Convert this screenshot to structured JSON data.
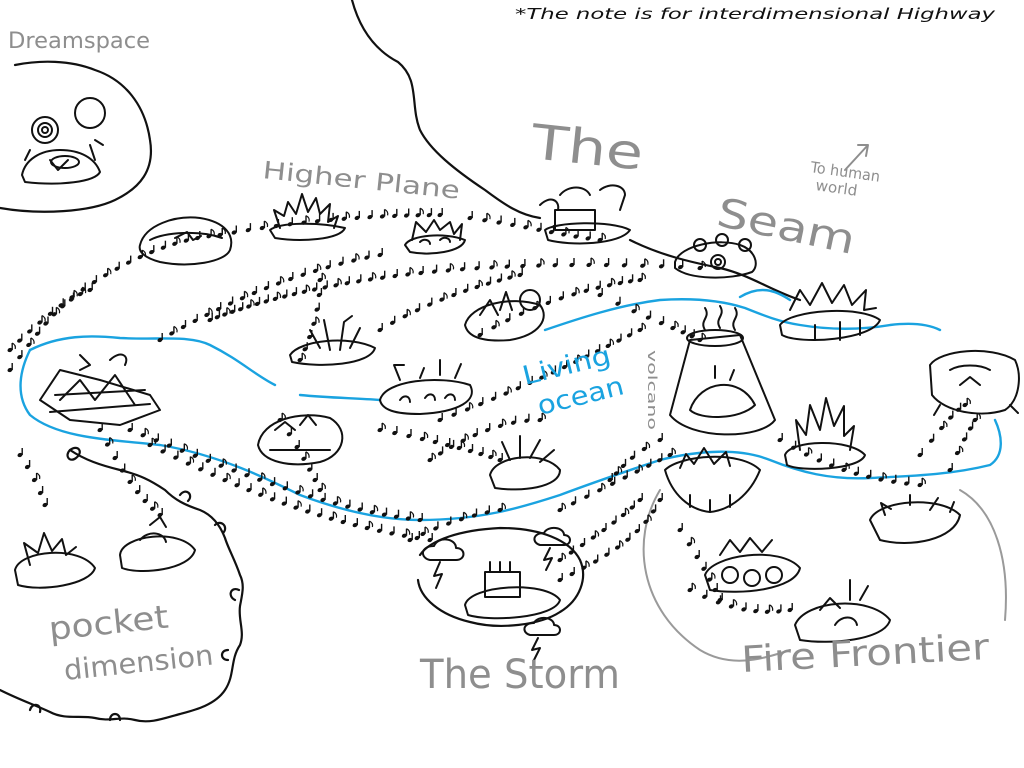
{
  "note": "*The note is for interdimensional Highway",
  "regions": {
    "dreamspace": "Dreamspace",
    "higher_plane": "Higher Plane",
    "the_seam": [
      "The",
      "Seam"
    ],
    "to_human_world": [
      "To human",
      "world"
    ],
    "living_ocean": [
      "Living",
      "ocean"
    ],
    "volcano": "volcano",
    "pocket_dimension": [
      "pocket",
      "dimension"
    ],
    "the_storm": "The Storm",
    "fire_frontier": "Fire Frontier"
  },
  "colors": {
    "ink": "#111111",
    "ocean": "#1aa3e0",
    "pencil_grey": "#8e8e8e"
  }
}
